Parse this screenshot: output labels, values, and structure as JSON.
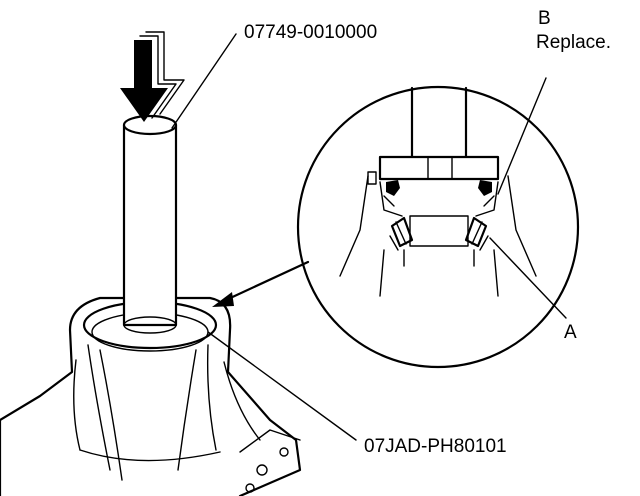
{
  "labels": {
    "tool_top": "07749-0010000",
    "tool_bottom": "07JAD-PH80101",
    "callout_b_letter": "B",
    "callout_b_note": "Replace.",
    "callout_a_letter": "A"
  },
  "colors": {
    "ink": "#000000",
    "paper": "#ffffff"
  },
  "icons": {
    "press_arrow": "down-arrow-icon"
  }
}
